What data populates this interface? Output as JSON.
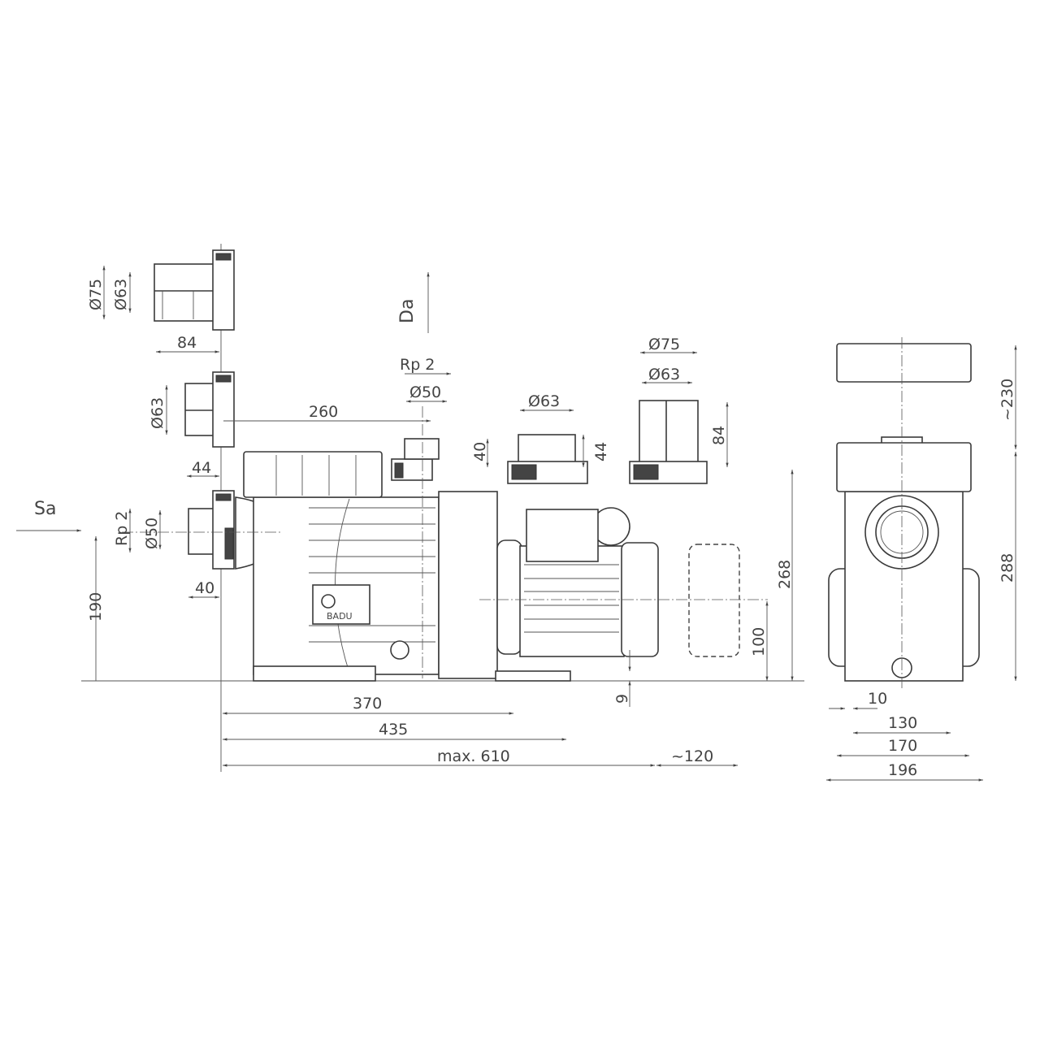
{
  "brand_logo": "BADU",
  "flow_labels": {
    "suction": "Sa",
    "discharge": "Da"
  },
  "suction_side": {
    "union_75": {
      "outer": "Ø75",
      "inner": "Ø63",
      "length": "84"
    },
    "union_63": {
      "diameter": "Ø63",
      "length": "44"
    },
    "thread": {
      "thread": "Rp 2",
      "diameter": "Ø50",
      "length": "40"
    },
    "suction_height": "190",
    "distance_to_discharge": "260"
  },
  "discharge_side": {
    "thread": "Rp 2",
    "diameter": "Ø50",
    "height": "40",
    "union_63": {
      "diameter": "Ø63",
      "height": "44"
    },
    "union_75": {
      "outer": "Ø75",
      "inner": "Ø63",
      "height": "84"
    }
  },
  "side_view": {
    "overall_height": "268",
    "shaft_height": "100",
    "foot_height": "9",
    "lengths": [
      "370",
      "435",
      "max. 610"
    ],
    "fan_removal": "~120"
  },
  "front_view": {
    "lid_removal": "~230",
    "height": "288",
    "widths": [
      "10",
      "130",
      "170",
      "196"
    ]
  }
}
